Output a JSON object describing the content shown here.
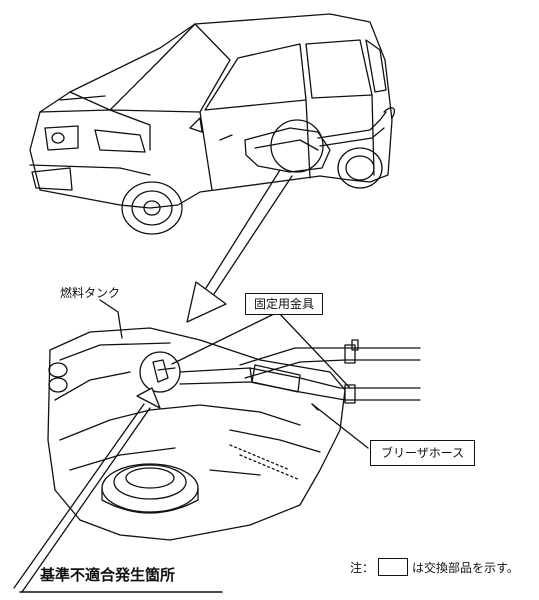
{
  "labels": {
    "fuel_tank": "燃料タンク",
    "fixing_bracket": "固定用金具",
    "breather_hose": "ブリーザホース",
    "defect_location": "基準不適合発生箇所"
  },
  "note": {
    "prefix": "注：",
    "suffix": "は交換部品を示す。"
  }
}
